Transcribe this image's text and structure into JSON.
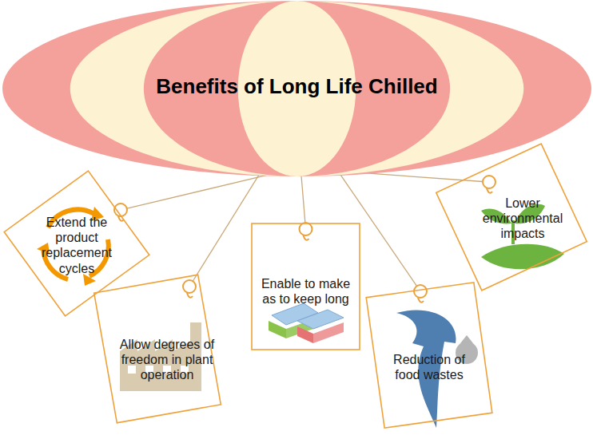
{
  "diagram": {
    "nodes": [
      {
        "text": [
          "Benefits of Long Life Chilled"
        ]
      },
      {
        "text": [
          "Extend the product replacement cycles"
        ]
      },
      {
        "text": [
          "Allow degrees of freedom in plant operation"
        ]
      },
      {
        "text": [
          "Enable to make as to keep long"
        ]
      },
      {
        "text": [
          "Reduction of food wastes"
        ]
      },
      {
        "text": [
          "Lower environmental impacts"
        ]
      }
    ],
    "edges": [
      {
        "from": 0,
        "to": 1,
        "arrow": "none"
      },
      {
        "from": 0,
        "to": 2,
        "arrow": "none"
      },
      {
        "from": 0,
        "to": 3,
        "arrow": "none"
      },
      {
        "from": 0,
        "to": 4,
        "arrow": "none"
      },
      {
        "from": 0,
        "to": 5,
        "arrow": "none"
      }
    ]
  }
}
